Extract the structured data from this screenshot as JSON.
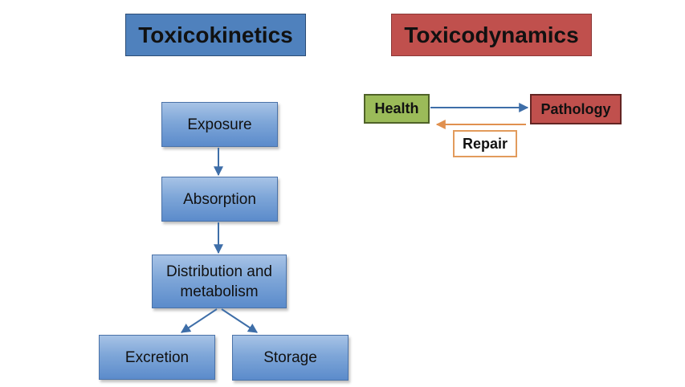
{
  "titles": {
    "left": "Toxicokinetics",
    "right": "Toxicodynamics"
  },
  "toxicokinetics": {
    "exposure": "Exposure",
    "absorption": "Absorption",
    "distribution": "Distribution and\nmetabolism",
    "excretion": "Excretion",
    "storage": "Storage"
  },
  "toxicodynamics": {
    "health": "Health",
    "pathology": "Pathology",
    "repair": "Repair"
  },
  "colors": {
    "kinetics_title": "#4f81bd",
    "dynamics_title": "#c0504d",
    "step_fill": "#7ea6d8",
    "health": "#9bbb59",
    "pathology": "#c0504d",
    "repair_border": "#e29b5c",
    "flow_arrow": "#3e6ea8"
  }
}
